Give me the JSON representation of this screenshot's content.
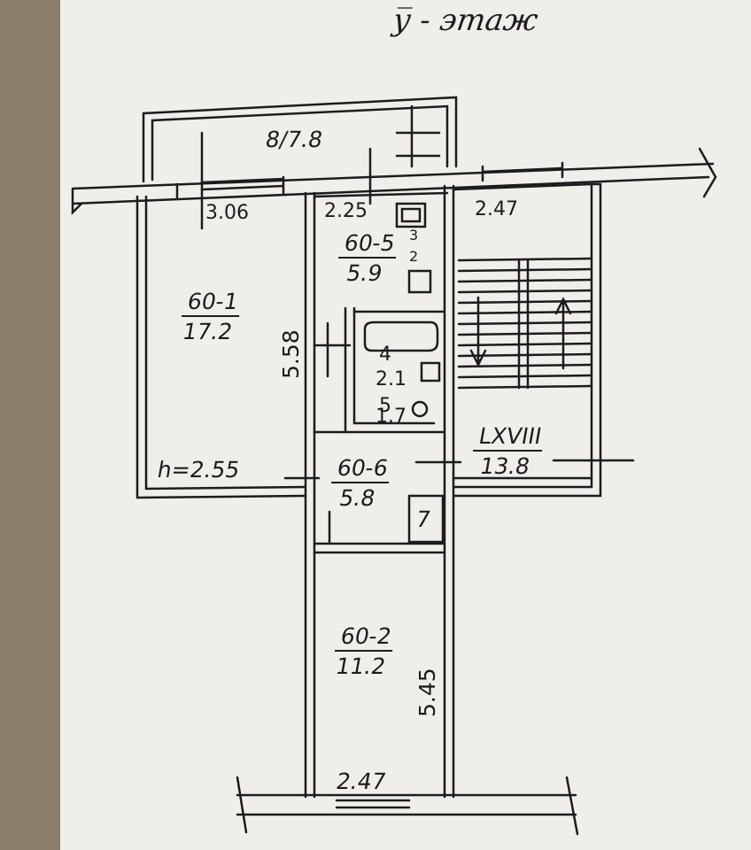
{
  "title": "у̅ - этаж",
  "rooms": [
    {
      "id": "60-1",
      "area": "17.2"
    },
    {
      "id": "60-5",
      "area": "5.9"
    },
    {
      "id": "60-6",
      "area": "5.8"
    },
    {
      "id": "60-2",
      "area": "11.2"
    },
    {
      "id": "LXVIII",
      "area": "13.8"
    }
  ],
  "balcony": {
    "label": "8/7.8"
  },
  "dimensions": {
    "d1": "3.06",
    "d2": "2.25",
    "d3": "2.47",
    "d4": "5.58",
    "d5": "2.47",
    "d6": "5.45"
  },
  "height": "h=2.55",
  "bathroom": {
    "a": "2.1",
    "b": "1.7"
  },
  "marks": {
    "m2": "2",
    "m3": "3",
    "m4": "4",
    "m5": "5",
    "m7": "7"
  },
  "colors": {
    "paper": "#efeeea",
    "ink": "#1c1c1c",
    "margin": "#8a7d6a"
  }
}
